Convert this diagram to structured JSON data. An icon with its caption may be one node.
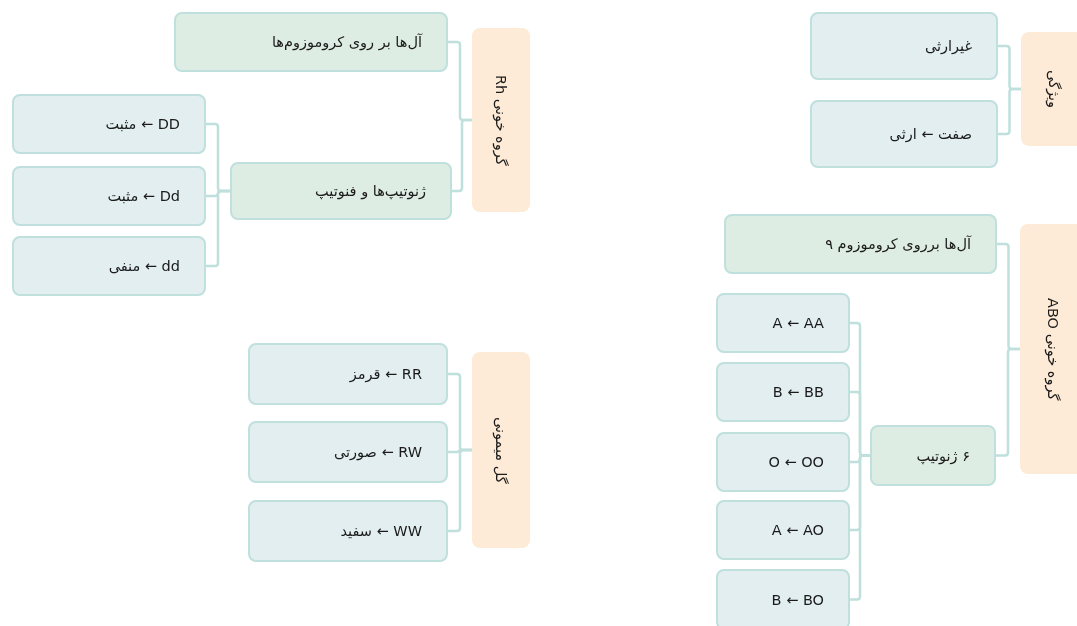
{
  "diagram": {
    "nodes": [
      {
        "text": [
          "گروه خونی Rh"
        ]
      },
      {
        "text": [
          "آل‌ها بر روی کروموزوم‌ها"
        ]
      },
      {
        "text": [
          "ژنوتیپ‌ها و فنوتیپ"
        ]
      },
      {
        "text": [
          "DD ← مثبت"
        ]
      },
      {
        "text": [
          "Dd ← مثبت"
        ]
      },
      {
        "text": [
          "dd ← منفی"
        ]
      },
      {
        "text": [
          "گل میمونی"
        ]
      },
      {
        "text": [
          "RR ← قرمز"
        ]
      },
      {
        "text": [
          "RW ← صورتی"
        ]
      },
      {
        "text": [
          "WW ← سفید"
        ]
      },
      {
        "text": [
          "ویژگی"
        ]
      },
      {
        "text": [
          "غیرارثی"
        ]
      },
      {
        "text": [
          "صفت ← ارثی"
        ]
      },
      {
        "text": [
          "گروه خونی ABO"
        ]
      },
      {
        "text": [
          "آل‌ها برروی کروموزوم ۹"
        ]
      },
      {
        "text": [
          "۶ ژنوتیپ"
        ]
      },
      {
        "text": [
          "A ← AA"
        ]
      },
      {
        "text": [
          "B ← BB"
        ]
      },
      {
        "text": [
          "O ← OO"
        ]
      },
      {
        "text": [
          "A ← AO"
        ]
      },
      {
        "text": [
          "B ← BO"
        ]
      }
    ],
    "edges": [
      {
        "from": 0,
        "to": 1,
        "arrow": "none"
      },
      {
        "from": 0,
        "to": 2,
        "arrow": "none"
      },
      {
        "from": 2,
        "to": 3,
        "arrow": "none"
      },
      {
        "from": 2,
        "to": 4,
        "arrow": "none"
      },
      {
        "from": 2,
        "to": 5,
        "arrow": "none"
      },
      {
        "from": 6,
        "to": 7,
        "arrow": "none"
      },
      {
        "from": 6,
        "to": 8,
        "arrow": "none"
      },
      {
        "from": 6,
        "to": 9,
        "arrow": "none"
      },
      {
        "from": 10,
        "to": 11,
        "arrow": "none"
      },
      {
        "from": 10,
        "to": 12,
        "arrow": "none"
      },
      {
        "from": 13,
        "to": 14,
        "arrow": "none"
      },
      {
        "from": 13,
        "to": 15,
        "arrow": "none"
      },
      {
        "from": 15,
        "to": 16,
        "arrow": "none"
      },
      {
        "from": 15,
        "to": 17,
        "arrow": "none"
      },
      {
        "from": 15,
        "to": 18,
        "arrow": "none"
      },
      {
        "from": 15,
        "to": 19,
        "arrow": "none"
      },
      {
        "from": 15,
        "to": 20,
        "arrow": "none"
      }
    ]
  }
}
